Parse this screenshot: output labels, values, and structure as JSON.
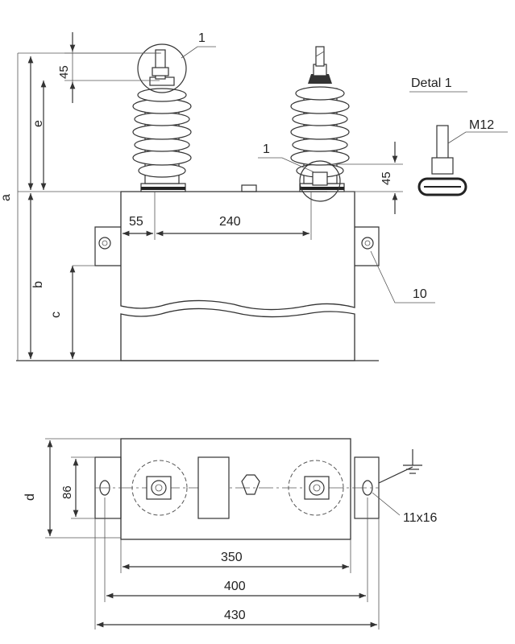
{
  "labels": {
    "a": "a",
    "b": "b",
    "c": "c",
    "d": "d",
    "e": "e",
    "dim_45_top": "45",
    "dim_45_right": "45",
    "dim_55": "55",
    "dim_240": "240",
    "dim_86": "86",
    "dim_350": "350",
    "dim_400": "400",
    "dim_430": "430",
    "callout_1_top": "1",
    "callout_1_mid": "1",
    "callout_10": "10",
    "callout_11x16": "11x16",
    "detail_title": "Detal 1",
    "thread": "M12"
  }
}
